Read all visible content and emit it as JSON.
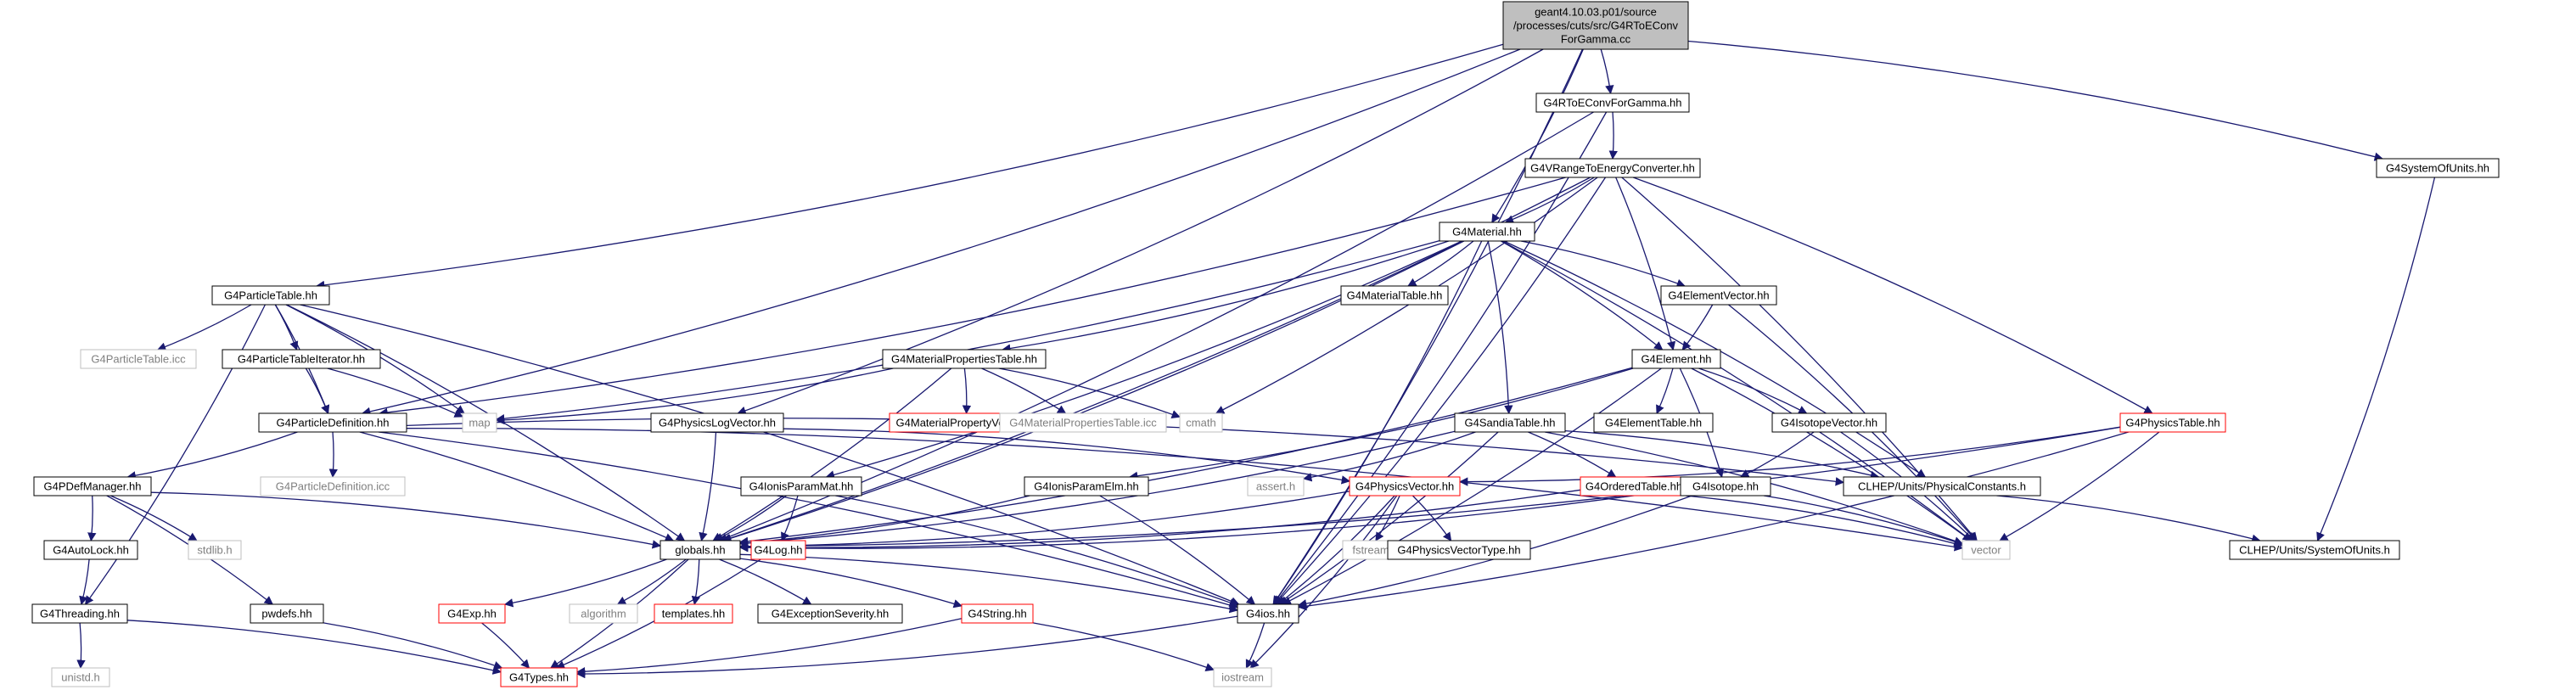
{
  "diagram": {
    "colors": {
      "edge": "#191970",
      "root_fill": "#bfbfbf",
      "node_fill": "#ffffff",
      "node_border": "#000000",
      "missing_border": "#ff0000",
      "external_border": "#bfbfbf",
      "external_text": "#7f7f7f",
      "text": "#000000"
    },
    "nodes": [
      {
        "id": "root",
        "label": "geant4.10.03.p01/source\n/processes/cuts/src/G4RToEConv\nForGamma.cc",
        "kind": "root"
      },
      {
        "id": "rtoe",
        "label": "G4RToEConvForGamma.hh",
        "kind": "normal"
      },
      {
        "id": "vrange",
        "label": "G4VRangeToEnergyConverter.hh",
        "kind": "normal"
      },
      {
        "id": "sysunits",
        "label": "G4SystemOfUnits.hh",
        "kind": "normal"
      },
      {
        "id": "material",
        "label": "G4Material.hh",
        "kind": "normal"
      },
      {
        "id": "ptable",
        "label": "G4ParticleTable.hh",
        "kind": "normal"
      },
      {
        "id": "ptable_icc",
        "label": "G4ParticleTable.icc",
        "kind": "external"
      },
      {
        "id": "ptiter",
        "label": "G4ParticleTableIterator.hh",
        "kind": "normal"
      },
      {
        "id": "map",
        "label": "map",
        "kind": "external"
      },
      {
        "id": "matproptab",
        "label": "G4MaterialPropertiesTable.hh",
        "kind": "normal"
      },
      {
        "id": "mattable",
        "label": "G4MaterialTable.hh",
        "kind": "normal"
      },
      {
        "id": "elemvector",
        "label": "G4ElementVector.hh",
        "kind": "normal"
      },
      {
        "id": "element",
        "label": "G4Element.hh",
        "kind": "normal"
      },
      {
        "id": "pdef",
        "label": "G4ParticleDefinition.hh",
        "kind": "normal"
      },
      {
        "id": "pdef_icc",
        "label": "G4ParticleDefinition.icc",
        "kind": "external"
      },
      {
        "id": "physlog",
        "label": "G4PhysicsLogVector.hh",
        "kind": "normal"
      },
      {
        "id": "matpropvec",
        "label": "G4MaterialPropertyVector.hh",
        "kind": "missing"
      },
      {
        "id": "matproptab_icc",
        "label": "G4MaterialPropertiesTable.icc",
        "kind": "external"
      },
      {
        "id": "cmath",
        "label": "cmath",
        "kind": "external"
      },
      {
        "id": "sandia",
        "label": "G4SandiaTable.hh",
        "kind": "normal"
      },
      {
        "id": "elemtable",
        "label": "G4ElementTable.hh",
        "kind": "normal"
      },
      {
        "id": "isovector",
        "label": "G4IsotopeVector.hh",
        "kind": "normal"
      },
      {
        "id": "phystable",
        "label": "G4PhysicsTable.hh",
        "kind": "missing"
      },
      {
        "id": "pdefmgr",
        "label": "G4PDefManager.hh",
        "kind": "normal"
      },
      {
        "id": "ionisparammat",
        "label": "G4IonisParamMat.hh",
        "kind": "normal"
      },
      {
        "id": "ionisparamelm",
        "label": "G4IonisParamElm.hh",
        "kind": "normal"
      },
      {
        "id": "assert",
        "label": "assert.h",
        "kind": "external"
      },
      {
        "id": "physvector",
        "label": "G4PhysicsVector.hh",
        "kind": "missing"
      },
      {
        "id": "ordered",
        "label": "G4OrderedTable.hh",
        "kind": "missing"
      },
      {
        "id": "isotope",
        "label": "G4Isotope.hh",
        "kind": "normal"
      },
      {
        "id": "clhep_pc",
        "label": "CLHEP/Units/PhysicalConstants.h",
        "kind": "normal"
      },
      {
        "id": "autolock",
        "label": "G4AutoLock.hh",
        "kind": "normal"
      },
      {
        "id": "stdlib",
        "label": "stdlib.h",
        "kind": "external"
      },
      {
        "id": "globals",
        "label": "globals.hh",
        "kind": "normal"
      },
      {
        "id": "g4log",
        "label": "G4Log.hh",
        "kind": "missing"
      },
      {
        "id": "fstream",
        "label": "fstream",
        "kind": "external"
      },
      {
        "id": "pvtype",
        "label": "G4PhysicsVectorType.hh",
        "kind": "normal"
      },
      {
        "id": "vector",
        "label": "vector",
        "kind": "external"
      },
      {
        "id": "clhep_su",
        "label": "CLHEP/Units/SystemOfUnits.h",
        "kind": "normal"
      },
      {
        "id": "threading",
        "label": "G4Threading.hh",
        "kind": "normal"
      },
      {
        "id": "pwdefs",
        "label": "pwdefs.hh",
        "kind": "normal"
      },
      {
        "id": "g4exp",
        "label": "G4Exp.hh",
        "kind": "missing"
      },
      {
        "id": "algorithm",
        "label": "algorithm",
        "kind": "external"
      },
      {
        "id": "templates",
        "label": "templates.hh",
        "kind": "missing"
      },
      {
        "id": "exceptsev",
        "label": "G4ExceptionSeverity.hh",
        "kind": "normal"
      },
      {
        "id": "g4string",
        "label": "G4String.hh",
        "kind": "missing"
      },
      {
        "id": "g4ios",
        "label": "G4ios.hh",
        "kind": "normal"
      },
      {
        "id": "unistd",
        "label": "unistd.h",
        "kind": "external"
      },
      {
        "id": "g4types",
        "label": "G4Types.hh",
        "kind": "missing"
      },
      {
        "id": "iostream",
        "label": "iostream",
        "kind": "external"
      }
    ],
    "edges": [
      [
        "root",
        "rtoe"
      ],
      [
        "root",
        "sysunits"
      ],
      [
        "root",
        "material"
      ],
      [
        "root",
        "ptable"
      ],
      [
        "root",
        "pdef"
      ],
      [
        "root",
        "physlog"
      ],
      [
        "root",
        "g4ios"
      ],
      [
        "rtoe",
        "vrange"
      ],
      [
        "rtoe",
        "globals"
      ],
      [
        "rtoe",
        "g4ios"
      ],
      [
        "vrange",
        "material"
      ],
      [
        "vrange",
        "element"
      ],
      [
        "vrange",
        "pdef"
      ],
      [
        "vrange",
        "phystable"
      ],
      [
        "vrange",
        "globals"
      ],
      [
        "vrange",
        "g4ios"
      ],
      [
        "vrange",
        "vector"
      ],
      [
        "vrange",
        "cmath"
      ],
      [
        "sysunits",
        "clhep_su"
      ],
      [
        "material",
        "mattable"
      ],
      [
        "material",
        "elemvector"
      ],
      [
        "material",
        "element"
      ],
      [
        "material",
        "matproptab"
      ],
      [
        "material",
        "sandia"
      ],
      [
        "material",
        "ionisparammat"
      ],
      [
        "material",
        "globals"
      ],
      [
        "material",
        "g4ios"
      ],
      [
        "material",
        "map"
      ],
      [
        "material",
        "vector"
      ],
      [
        "material",
        "clhep_pc"
      ],
      [
        "ptable",
        "ptable_icc"
      ],
      [
        "ptable",
        "ptiter"
      ],
      [
        "ptable",
        "pdef"
      ],
      [
        "ptable",
        "map"
      ],
      [
        "ptable",
        "globals"
      ],
      [
        "ptable",
        "g4ios"
      ],
      [
        "ptable",
        "threading"
      ],
      [
        "ptiter",
        "pdef"
      ],
      [
        "ptiter",
        "map"
      ],
      [
        "matproptab",
        "matpropvec"
      ],
      [
        "matproptab",
        "matproptab_icc"
      ],
      [
        "matproptab",
        "map"
      ],
      [
        "matproptab",
        "globals"
      ],
      [
        "matproptab",
        "cmath"
      ],
      [
        "elemvector",
        "element"
      ],
      [
        "elemvector",
        "vector"
      ],
      [
        "element",
        "elemtable"
      ],
      [
        "element",
        "isovector"
      ],
      [
        "element",
        "isotope"
      ],
      [
        "element",
        "ionisparamelm"
      ],
      [
        "element",
        "globals"
      ],
      [
        "element",
        "g4ios"
      ],
      [
        "element",
        "vector"
      ],
      [
        "pdef",
        "pdef_icc"
      ],
      [
        "pdef",
        "pdefmgr"
      ],
      [
        "pdef",
        "globals"
      ],
      [
        "pdef",
        "g4ios"
      ],
      [
        "pdef",
        "vector"
      ],
      [
        "pdef",
        "clhep_pc"
      ],
      [
        "physlog",
        "physvector"
      ],
      [
        "physlog",
        "globals"
      ],
      [
        "sandia",
        "ordered"
      ],
      [
        "sandia",
        "assert"
      ],
      [
        "sandia",
        "clhep_pc"
      ],
      [
        "sandia",
        "globals"
      ],
      [
        "sandia",
        "g4ios"
      ],
      [
        "sandia",
        "vector"
      ],
      [
        "isovector",
        "isotope"
      ],
      [
        "isovector",
        "vector"
      ],
      [
        "phystable",
        "physvector"
      ],
      [
        "phystable",
        "vector"
      ],
      [
        "phystable",
        "globals"
      ],
      [
        "phystable",
        "g4ios"
      ],
      [
        "pdefmgr",
        "autolock"
      ],
      [
        "pdefmgr",
        "stdlib"
      ],
      [
        "pdefmgr",
        "pwdefs"
      ],
      [
        "pdefmgr",
        "globals"
      ],
      [
        "ionisparammat",
        "globals"
      ],
      [
        "ionisparammat",
        "g4log"
      ],
      [
        "ionisparammat",
        "g4ios"
      ],
      [
        "ionisparamelm",
        "globals"
      ],
      [
        "ionisparamelm",
        "g4ios"
      ],
      [
        "physvector",
        "globals"
      ],
      [
        "physvector",
        "fstream"
      ],
      [
        "physvector",
        "pvtype"
      ],
      [
        "physvector",
        "g4ios"
      ],
      [
        "physvector",
        "iostream"
      ],
      [
        "ordered",
        "vector"
      ],
      [
        "ordered",
        "globals"
      ],
      [
        "isotope",
        "globals"
      ],
      [
        "isotope",
        "g4ios"
      ],
      [
        "isotope",
        "vector"
      ],
      [
        "clhep_pc",
        "clhep_su"
      ],
      [
        "autolock",
        "threading"
      ],
      [
        "globals",
        "g4exp"
      ],
      [
        "globals",
        "algorithm"
      ],
      [
        "globals",
        "templates"
      ],
      [
        "globals",
        "exceptsev"
      ],
      [
        "globals",
        "g4string"
      ],
      [
        "globals",
        "g4ios"
      ],
      [
        "globals",
        "g4types"
      ],
      [
        "g4log",
        "g4types"
      ],
      [
        "threading",
        "g4types"
      ],
      [
        "threading",
        "unistd"
      ],
      [
        "pwdefs",
        "g4types"
      ],
      [
        "g4exp",
        "g4types"
      ],
      [
        "g4string",
        "g4types"
      ],
      [
        "g4string",
        "iostream"
      ],
      [
        "g4ios",
        "g4types"
      ],
      [
        "g4ios",
        "iostream"
      ]
    ]
  }
}
